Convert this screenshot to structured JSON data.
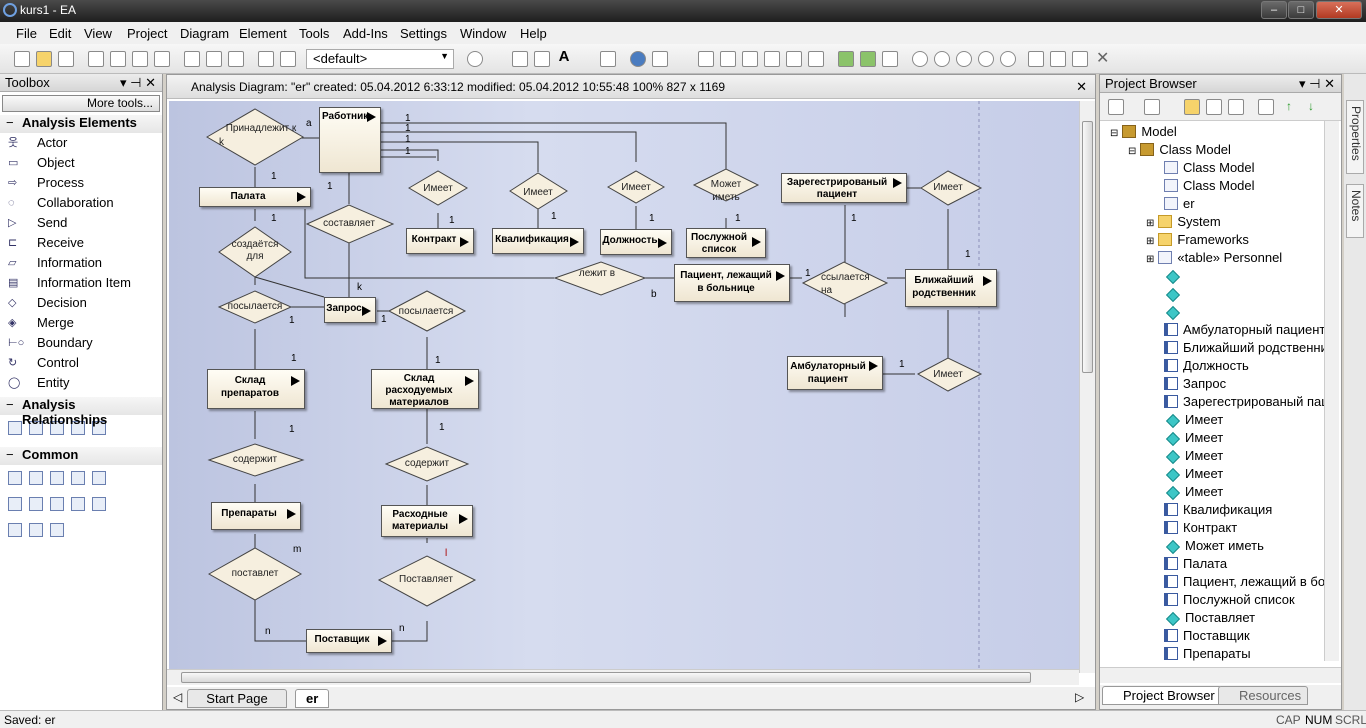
{
  "window": {
    "title": "kurs1 - EA"
  },
  "menu": [
    "File",
    "Edit",
    "View",
    "Project",
    "Diagram",
    "Element",
    "Tools",
    "Add-Ins",
    "Settings",
    "Window",
    "Help"
  ],
  "toolbar": {
    "perspective": "<default>"
  },
  "toolbox": {
    "title": "Toolbox",
    "more_tools": "More tools...",
    "section_elements": "Analysis Elements",
    "items": [
      "Actor",
      "Object",
      "Process",
      "Collaboration",
      "Send",
      "Receive",
      "Information",
      "Information Item",
      "Decision",
      "Merge",
      "Boundary",
      "Control",
      "Entity"
    ],
    "section_relationships": "Analysis Relationships",
    "section_common": "Common"
  },
  "diagram": {
    "header": "Analysis Diagram: \"er\"   created: 05.04.2012 6:33:12  modified: 05.04.2012 10:55:48   100%   827 x 1169",
    "tabs": [
      "Start Page",
      "er"
    ],
    "entities": {
      "rabotnik": "Работник",
      "palata": "Палата",
      "zapros": "Запрос",
      "kontrakt": "Контракт",
      "kvalif": "Квалификация",
      "dolzhnost": "Должность",
      "posluzhnoy": "Послужной список",
      "zareg": "Зарегестрированый пациент",
      "pacient": "Пациент, лежащий в больнице",
      "blizh": "Ближайший родственник",
      "ambul": "Амбулаторный пациент",
      "sklad_prep": "Склад препаратов",
      "sklad_rash": "Склад расходуемых материалов",
      "preparaty": "Препараты",
      "rash_mat": "Расходные материалы",
      "postavshik": "Поставщик"
    },
    "relations": {
      "prinadl": "Принадлежит к",
      "sostavlyaet": "составляет",
      "imeet": "Имеет",
      "mozhet": "Может иметь",
      "sozd": "создаётся для",
      "lezhit": "лежит в",
      "ssyl": "ссылается на",
      "posyl": "посылается",
      "soderzhit": "содержит",
      "postavlyaet_l": "поставлет",
      "postavlyaet_r": "Поставляет"
    },
    "labels": {
      "one": "1",
      "a": "a",
      "k": "k",
      "b": "b",
      "m": "m",
      "n": "n",
      "l": "l"
    }
  },
  "project_browser": {
    "title": "Project Browser",
    "tree": [
      "Model",
      "Class Model",
      "Class Model",
      "Class Model",
      "er",
      "System",
      "Frameworks",
      "«table» Personnel",
      "",
      "",
      "",
      "Амбулаторный пациент",
      "Ближайший родственни",
      "Должность",
      "Запрос",
      "Зарегестрированый паци",
      "Имеет",
      "Имеет",
      "Имеет",
      "Имеет",
      "Имеет",
      "Квалификация",
      "Контракт",
      "Может иметь",
      "Палата",
      "Пациент, лежащий в бол",
      "Послужной список",
      "Поставляет",
      "Поставщик",
      "Препараты"
    ],
    "tabs": [
      "Project Browser",
      "Resources"
    ]
  },
  "right_tabs": [
    "Properties",
    "Notes"
  ],
  "status": {
    "left": "Saved: er",
    "cap": "CAP",
    "num": "NUM",
    "scrl": "SCRL"
  }
}
